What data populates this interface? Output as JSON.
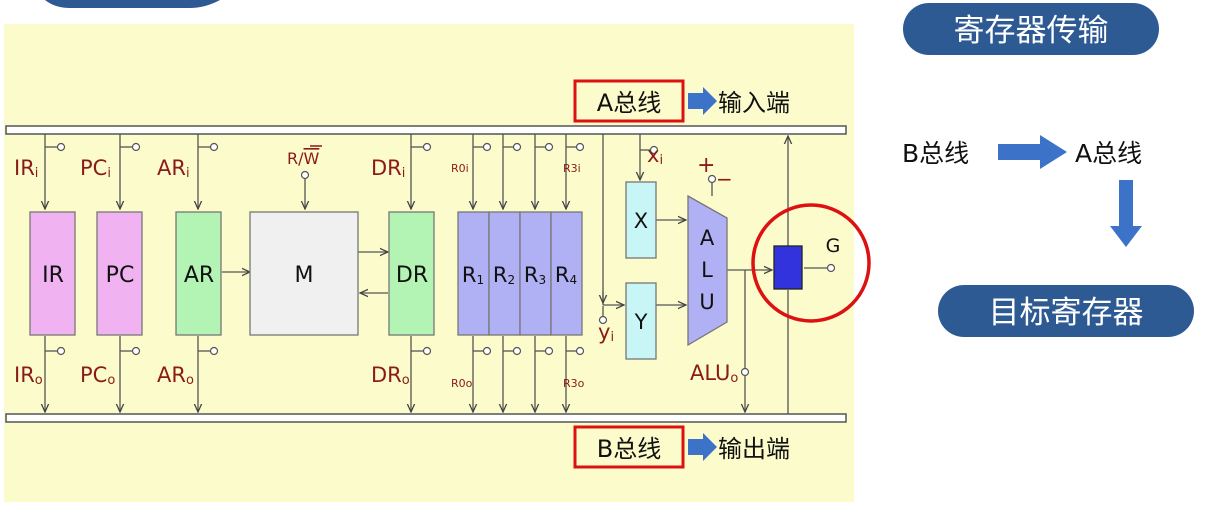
{
  "diagram": {
    "a_bus_label": "A总线",
    "a_bus_note": "输入端",
    "b_bus_label": "B总线",
    "b_bus_note": "输出端",
    "registers": {
      "ir": "IR",
      "pc": "PC",
      "ar": "AR",
      "m": "M",
      "dr": "DR",
      "r1_main": "R",
      "r1_sub": "1",
      "r2_main": "R",
      "r2_sub": "2",
      "r3_main": "R",
      "r3_sub": "3",
      "r4_main": "R",
      "r4_sub": "4",
      "x": "X",
      "y": "Y",
      "alu_a": "A",
      "alu_l": "L",
      "alu_u": "U",
      "g": "G"
    },
    "signals": {
      "ir_in_main": "IR",
      "ir_in_sub": "i",
      "pc_in_main": "PC",
      "pc_in_sub": "i",
      "ar_in_main": "AR",
      "ar_in_sub": "i",
      "rw_r": "R/",
      "rw_w": "W",
      "dr_in_main": "DR",
      "dr_in_sub": "i",
      "r0i": "R0i",
      "r3i": "R3i",
      "xi_main": "x",
      "xi_sub": "i",
      "yi_main": "y",
      "yi_sub": "i",
      "plus": "+",
      "minus": "−",
      "ir_out_main": "IR",
      "ir_out_sub": "o",
      "pc_out_main": "PC",
      "pc_out_sub": "o",
      "ar_out_main": "AR",
      "ar_out_sub": "o",
      "dr_out_main": "DR",
      "dr_out_sub": "o",
      "r0o": "R0o",
      "r3o": "R3o",
      "alu_out_main": "ALU",
      "alu_out_sub": "o"
    }
  },
  "right_panel": {
    "title": "寄存器传输",
    "from": "B总线",
    "to": "A总线",
    "target": "目标寄存器"
  },
  "colors": {
    "diagram_bg": "#fbfbcb",
    "ir_pc_fill": "#f0b2f0",
    "ar_dr_fill": "#b3f3b3",
    "m_fill": "#f0f0f0",
    "r_fill": "#b0b0f4",
    "xy_fill": "#c8f6f6",
    "g_fill": "#3333dd",
    "signal_text": "#8b1a1a",
    "highlight_red": "#dd1111",
    "arrow_blue": "#3c72c8",
    "pill_blue": "#2e5a93"
  }
}
